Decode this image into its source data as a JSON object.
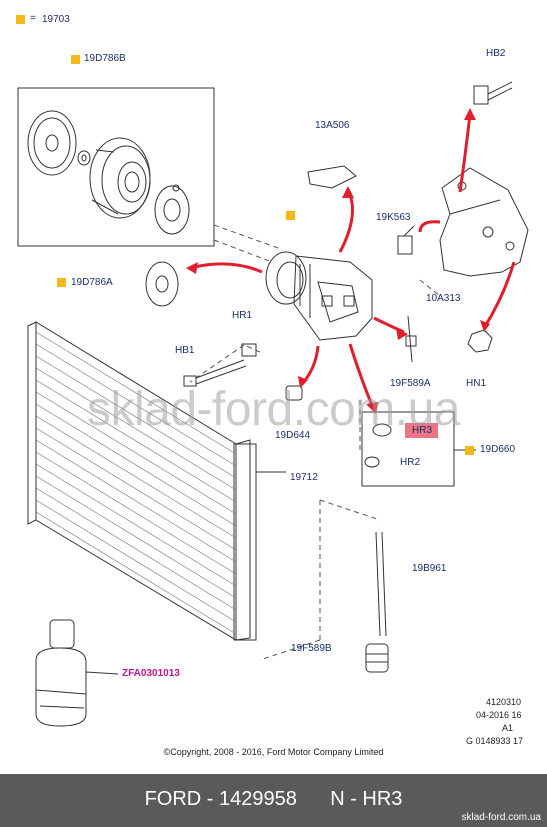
{
  "diagram": {
    "legend": {
      "symbol": "=",
      "part": "19703"
    },
    "labels": {
      "p19D786B": "19D786B",
      "pHB2": "HB2",
      "p13A506": "13A506",
      "p19K563": "19K563",
      "p10A313": "10A313",
      "p19D786A": "19D786A",
      "pHR1": "HR1",
      "pHB1": "HB1",
      "p19F589A": "19F589A",
      "pHN1": "HN1",
      "p19D644": "19D644",
      "pHR3": "HR3",
      "pHR2": "HR2",
      "p19D660": "19D660",
      "p19712": "19712",
      "p19B961": "19B961",
      "p19F589B": "19F589B",
      "pZFA": "ZFA0301013"
    },
    "colors": {
      "label": "#1a2f6e",
      "key_box": "#f2b81c",
      "arrow": "#e01e2e",
      "highlight": "#e6465a",
      "magenta": "#c0168a"
    }
  },
  "watermark": "sklad-ford.com.ua",
  "meta": {
    "line1": "4120310",
    "line2": "04-2016 16",
    "line3": "A1",
    "line4": "G 0148933 17"
  },
  "copyright": "©Copyright, 2008 - 2016, Ford Motor Company Limited",
  "footer": {
    "title": "FORD - 1429958      N - HR3",
    "site": "sklad-ford.com.ua"
  }
}
